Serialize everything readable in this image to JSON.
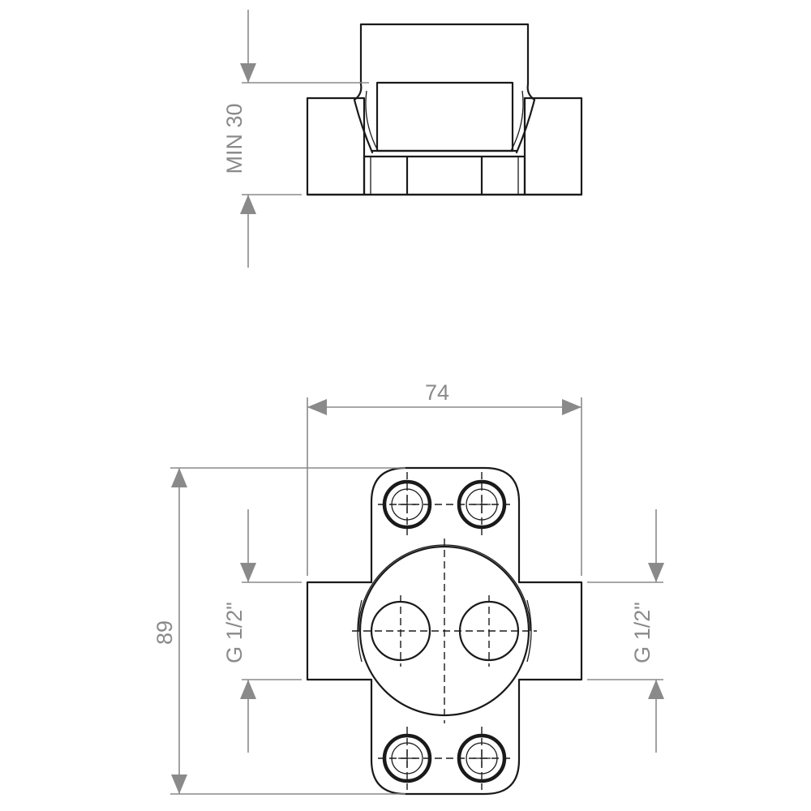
{
  "drawing": {
    "dimensions": {
      "min_depth": "MIN 30",
      "width": "74",
      "height": "89",
      "inlet_left": "G 1/2\"",
      "inlet_right": "G 1/2\""
    },
    "colors": {
      "object_line": "#1a1a1a",
      "dimension_line": "#8a8a8a",
      "background": "#ffffff"
    }
  }
}
